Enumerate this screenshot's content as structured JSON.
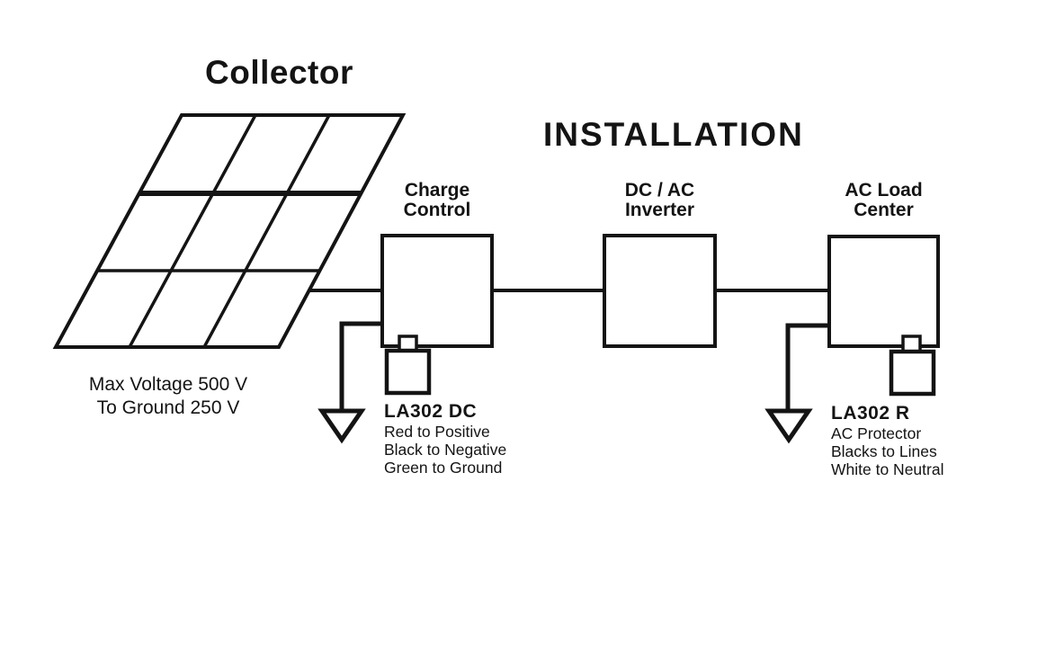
{
  "diagram": {
    "collector_title": "Collector",
    "installation_title": "INSTALLATION",
    "collector_note": "Max Voltage 500 V\nTo Ground 250 V",
    "components": {
      "charge_control": "Charge\nControl",
      "inverter": "DC / AC\nInverter",
      "ac_load_center": "AC Load\nCenter"
    },
    "dc_protector": {
      "model": "LA302 DC",
      "lines": [
        "Red to Positive",
        "Black to Negative",
        "Green to Ground"
      ]
    },
    "ac_protector": {
      "model": "LA302 R",
      "lines": [
        "AC Protector",
        "Blacks to Lines",
        "White to Neutral"
      ]
    },
    "colors": {
      "line": "#141414",
      "background": "#ffffff"
    }
  }
}
